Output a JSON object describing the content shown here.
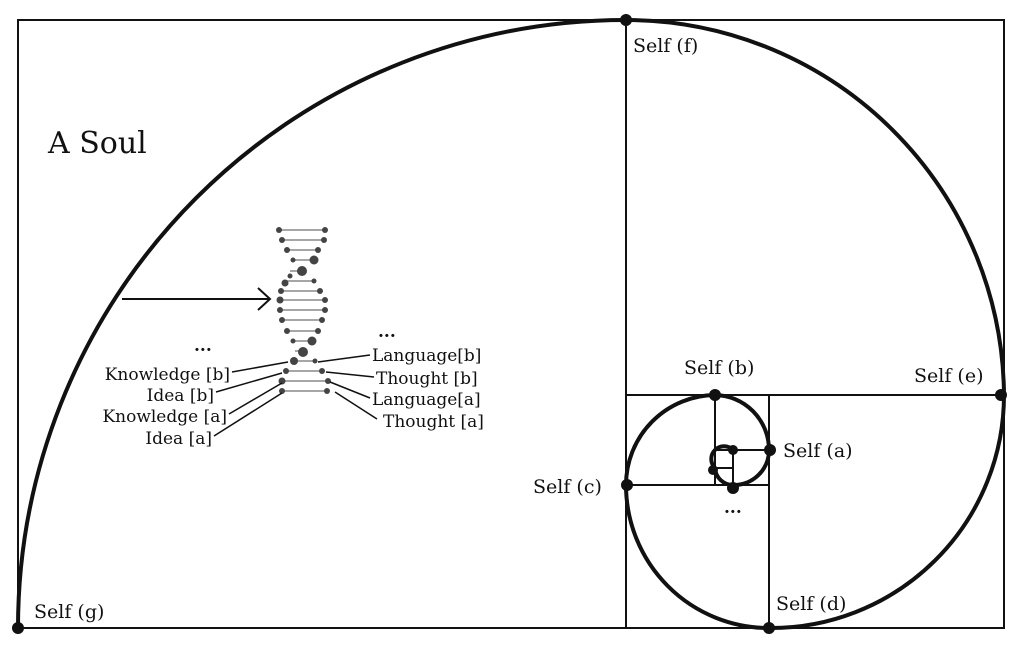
{
  "title": "A Soul",
  "self_labels": {
    "a": "Self (a)",
    "b": "Self (b)",
    "c": "Self (c)",
    "d": "Self (d)",
    "e": "Self (e)",
    "f": "Self (f)",
    "g": "Self (g)"
  },
  "ellipsis": "...",
  "dna": {
    "left_labels": [
      "Knowledge [b]",
      "Idea [b]",
      "Knowledge [a]",
      "Idea [a]"
    ],
    "right_labels": [
      "Language[b]",
      "Thought [b]",
      "Language[a]",
      "Thought [a]"
    ]
  },
  "colors": {
    "line": "#111111",
    "dna_gray": "#555555"
  }
}
